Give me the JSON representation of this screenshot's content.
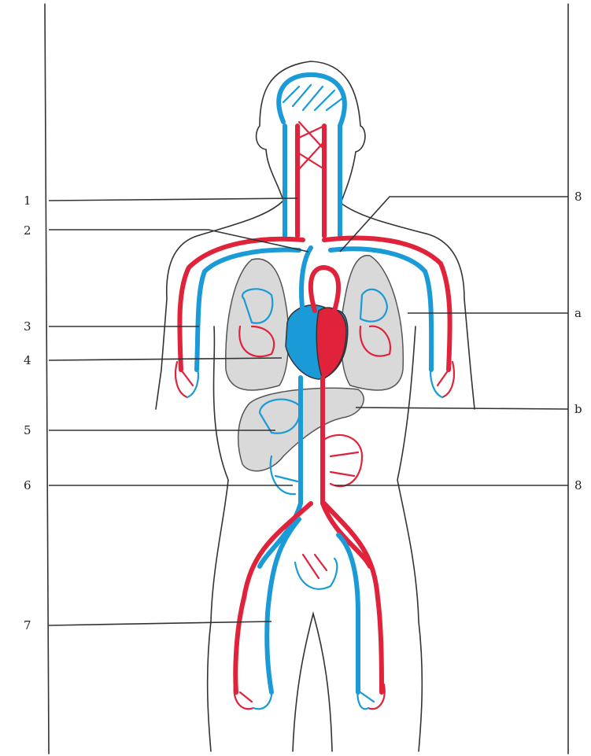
{
  "labels": {
    "left": [
      "1",
      "2",
      "3",
      "4",
      "5",
      "6",
      "7"
    ],
    "right": [
      "8",
      "a",
      "b",
      "8"
    ]
  },
  "colors": {
    "vein": "#1a9ad6",
    "artery": "#e0233a",
    "organ": "#d9d9d9",
    "outline": "#333333"
  }
}
